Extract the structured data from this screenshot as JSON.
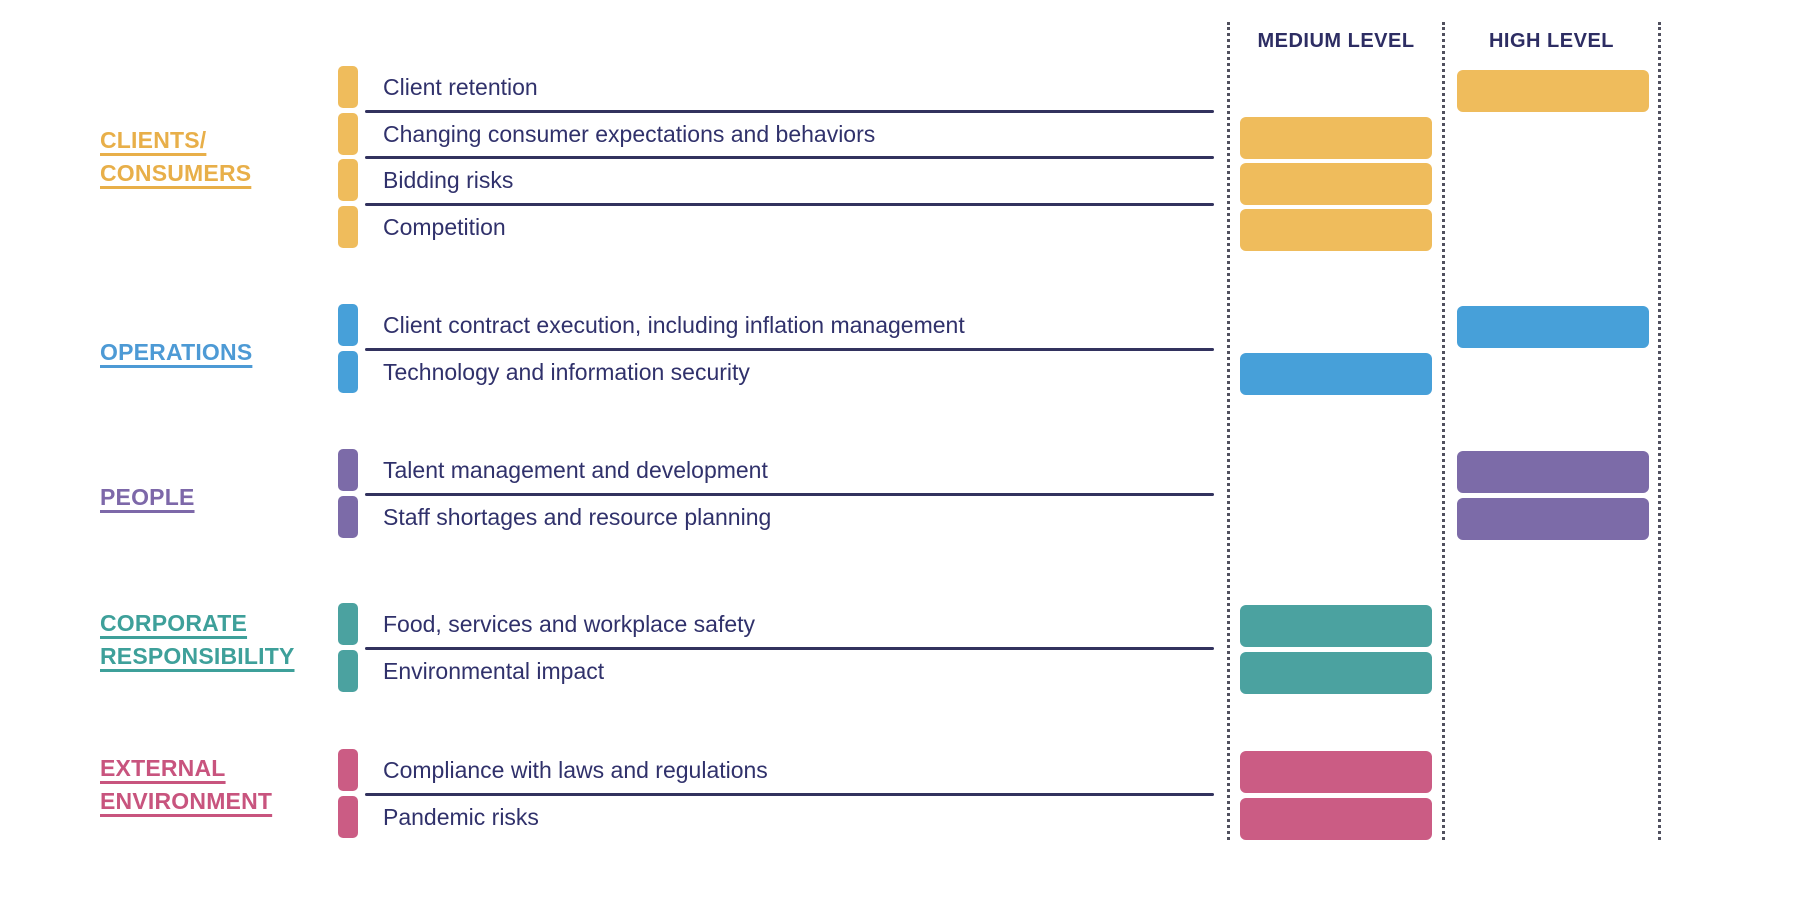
{
  "columns": {
    "medium": {
      "label": "MEDIUM LEVEL"
    },
    "high": {
      "label": "HIGH LEVEL"
    }
  },
  "palette": {
    "text": "#30316B",
    "separator_line": "#32325E",
    "dotted_divider": "#50505E"
  },
  "groups": [
    {
      "name": "clients-consumers",
      "label_lines": [
        "CLIENTS/",
        "CONSUMERS"
      ],
      "color": "#EFBC5C",
      "label_color": "#E8AF49",
      "items": [
        {
          "label": "Client retention",
          "level": "high"
        },
        {
          "label": "Changing consumer expectations and behaviors",
          "level": "medium"
        },
        {
          "label": "Bidding risks",
          "level": "medium"
        },
        {
          "label": "Competition",
          "level": "medium"
        }
      ]
    },
    {
      "name": "operations",
      "label_lines": [
        "OPERATIONS"
      ],
      "color": "#47A0D9",
      "label_color": "#4D9AD5",
      "items": [
        {
          "label": "Client contract execution, including inflation management",
          "level": "high"
        },
        {
          "label": "Technology and information security",
          "level": "medium"
        }
      ]
    },
    {
      "name": "people",
      "label_lines": [
        "PEOPLE"
      ],
      "color": "#7C6BA8",
      "label_color": "#7D68A9",
      "items": [
        {
          "label": "Talent management and development",
          "level": "high"
        },
        {
          "label": "Staff shortages and resource planning",
          "level": "high"
        }
      ]
    },
    {
      "name": "corporate-responsibility",
      "label_lines": [
        "CORPORATE",
        "RESPONSIBILITY"
      ],
      "color": "#4BA2A0",
      "label_color": "#3EA09A",
      "items": [
        {
          "label": "Food, services and workplace safety",
          "level": "medium"
        },
        {
          "label": "Environmental impact",
          "level": "medium"
        }
      ]
    },
    {
      "name": "external-environment",
      "label_lines": [
        "EXTERNAL",
        "ENVIRONMENT"
      ],
      "color": "#CB5C84",
      "label_color": "#C8547E",
      "items": [
        {
          "label": "Compliance with laws and regulations",
          "level": "medium"
        },
        {
          "label": "Pandemic risks",
          "level": "medium"
        }
      ]
    }
  ]
}
